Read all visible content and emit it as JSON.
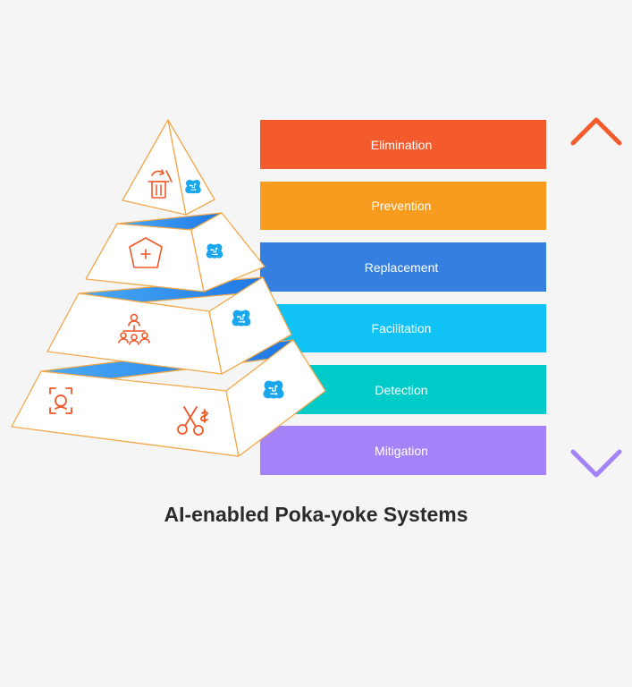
{
  "levels": [
    {
      "label": "Elimination",
      "color": "#f35b2c"
    },
    {
      "label": "Prevention",
      "color": "#f89c20"
    },
    {
      "label": "Replacement",
      "color": "#347fe0"
    },
    {
      "label": "Facilitation",
      "color": "#10c2f5"
    },
    {
      "label": "Detection",
      "color": "#00cbc8"
    },
    {
      "label": "Mitigation",
      "color": "#a483f8"
    }
  ],
  "title": "AI-enabled Poka-yoke Systems",
  "colors": {
    "icon": "#f0582a",
    "outline": "#f2a84a",
    "band": "#2a90ee",
    "ai": "#1aa6ec"
  },
  "pyramid_icons": [
    {
      "tier": 1,
      "icons": [
        "trash-can-icon",
        "ai-brain-icon"
      ]
    },
    {
      "tier": 2,
      "icons": [
        "pentagon-plus-icon",
        "ai-brain-icon"
      ]
    },
    {
      "tier": 3,
      "icons": [
        "org-chart-icon",
        "ai-brain-icon"
      ]
    },
    {
      "tier": 4,
      "icons": [
        "face-scan-icon",
        "scissors-dollar-icon",
        "ai-brain-icon"
      ]
    }
  ],
  "arrow": {
    "direction": "bidirectional",
    "gradient": [
      "#f35b2c",
      "#347fe0",
      "#10c2f5",
      "#a483f8"
    ]
  }
}
